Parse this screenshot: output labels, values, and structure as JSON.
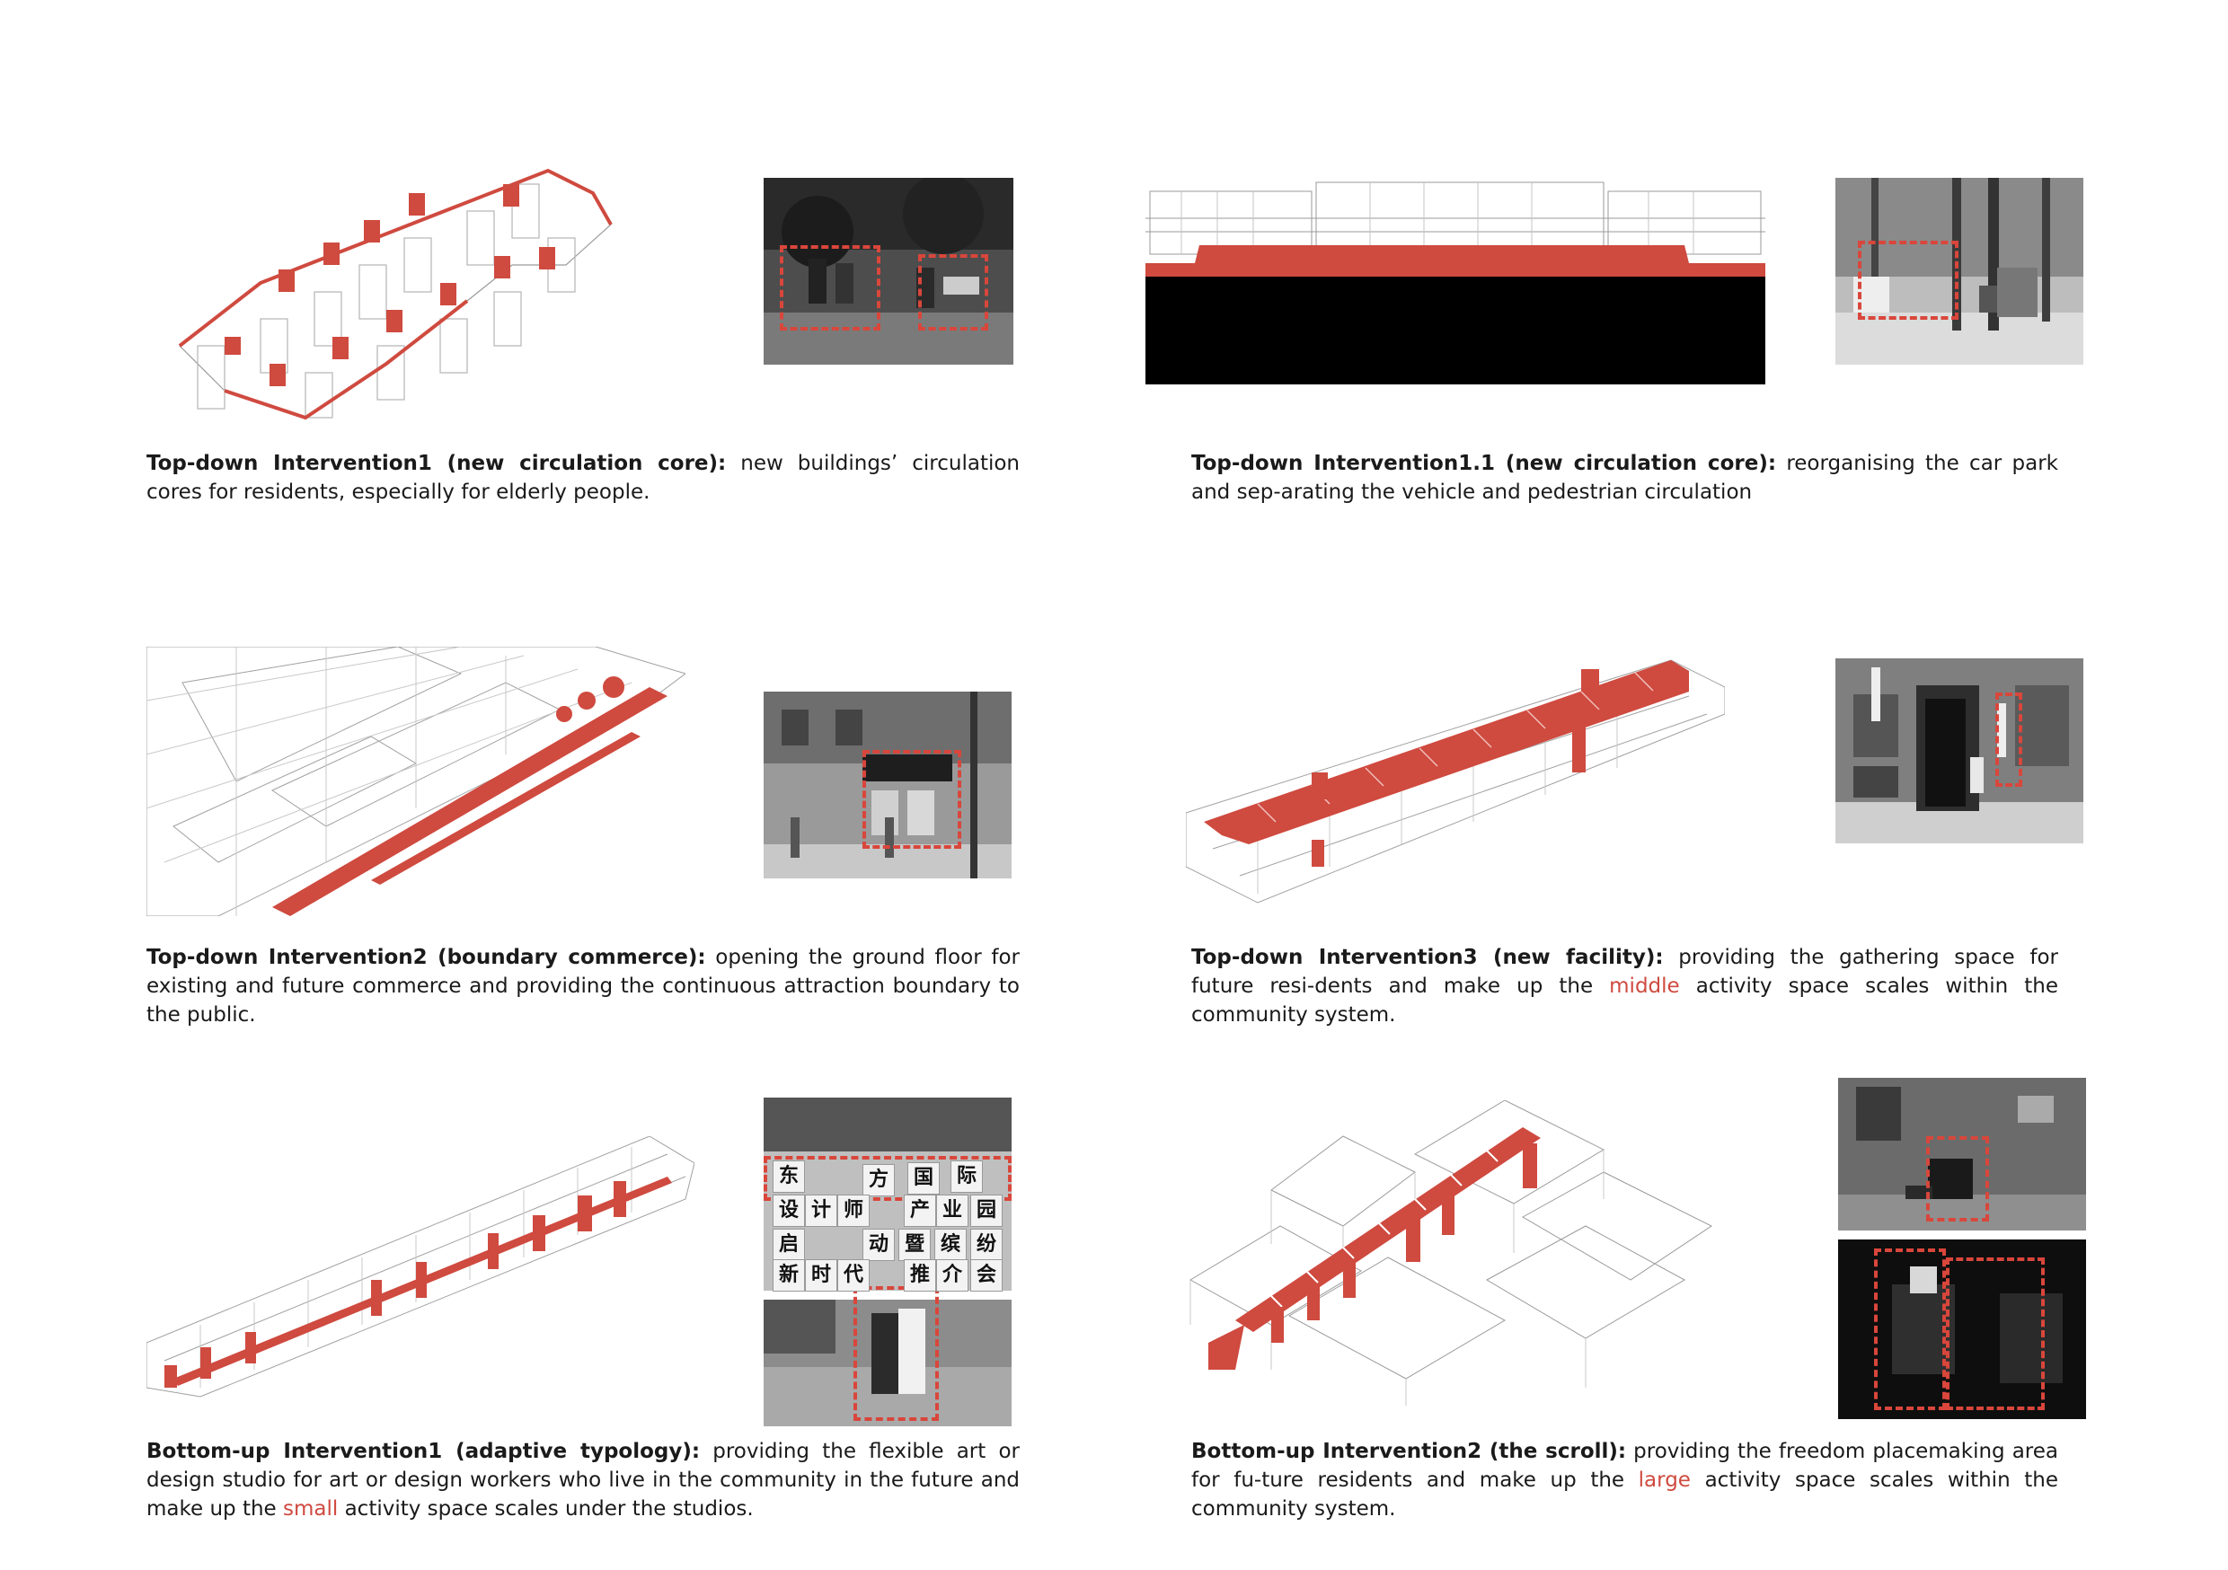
{
  "accent_color": "#cf4a3f",
  "panels": [
    {
      "id": "p1",
      "title": "Top-down Intervention1 (new circulation core):",
      "body": " new buildings’ circulation cores for residents, especially for elderly people."
    },
    {
      "id": "p2",
      "title": "Top-down Intervention1.1 (new circulation core):",
      "body": " reorganising the car park and sep-arating the vehicle and pedestrian circulation"
    },
    {
      "id": "p3",
      "title": "Top-down Intervention2 (boundary commerce):",
      "body": " opening the ground floor for existing and future commerce and providing the continuous attraction boundary to the public."
    },
    {
      "id": "p4",
      "title": "Top-down Intervention3 (new facility):",
      "body_before": " providing the gathering space for future resi-dents and make up the ",
      "highlight": "middle",
      "body_after": " activity space scales within the community system."
    },
    {
      "id": "p5",
      "title": "Bottom-up Intervention1 (adaptive typology):",
      "body_before": " providing the flexible art or design studio for art or design workers who live in the community in the future and make up the ",
      "highlight": "small",
      "body_after": " activity space scales under the studios."
    },
    {
      "id": "p6",
      "title": "Bottom-up Intervention2 (the scroll):",
      "body_before": " providing the freedom placemaking area for fu-ture residents and make up the ",
      "highlight": "large",
      "body_after": " activity space scales within the community system."
    }
  ],
  "signboard": {
    "row1": [
      "东",
      "方",
      "国",
      "际"
    ],
    "row2": [
      "设",
      "计",
      "师",
      "产",
      "业",
      "园"
    ],
    "row3": [
      "启",
      "动",
      "暨",
      "缤",
      "纷"
    ],
    "row4": [
      "新",
      "时",
      "代",
      "推",
      "介",
      "会"
    ]
  }
}
